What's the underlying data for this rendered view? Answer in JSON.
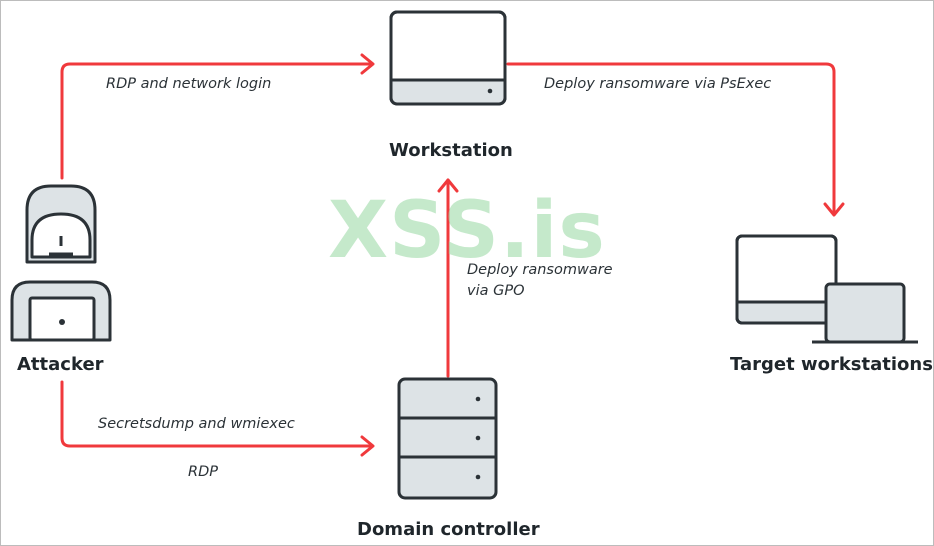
{
  "nodes": {
    "workstation": {
      "label": "Workstation"
    },
    "attacker": {
      "label": "Attacker"
    },
    "target_workstations": {
      "label": "Target workstations"
    },
    "domain_controller": {
      "label": "Domain controller"
    }
  },
  "edges": {
    "attacker_to_workstation": {
      "label": "RDP and network login"
    },
    "workstation_to_targets": {
      "label": "Deploy ransomware via PsExec"
    },
    "dc_to_workstation": {
      "label_line1": "Deploy ransomware",
      "label_line2": "via GPO"
    },
    "attacker_to_dc": {
      "label_top": "Secretsdump and wmiexec",
      "label_bottom": "RDP"
    }
  },
  "watermark": {
    "text": "XSS.is"
  },
  "colors": {
    "arrow": "#f0393c",
    "outline": "#2b3237",
    "fill": "#dde3e6",
    "watermark": "#96d7a0"
  }
}
